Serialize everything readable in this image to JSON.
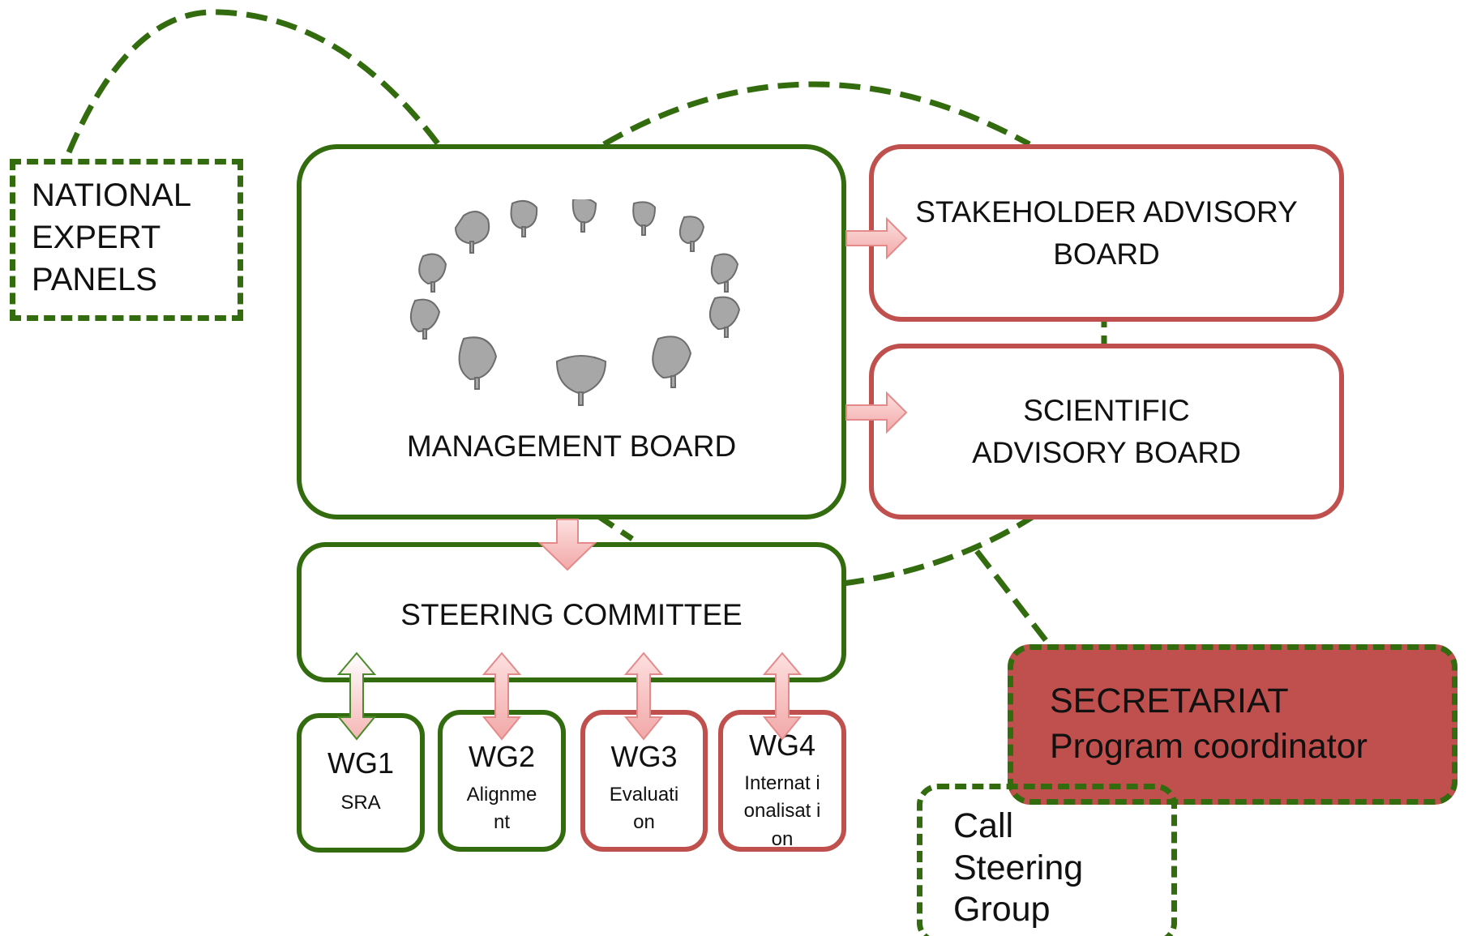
{
  "national_panels": {
    "lines": [
      "NATIONAL",
      "EXPERT",
      "PANELS"
    ]
  },
  "management_board": {
    "label": "MANAGEMENT BOARD",
    "image": "chairs-in-circle-icon"
  },
  "stakeholder_board": {
    "lines": [
      "STAKEHOLDER ADVISORY",
      "BOARD"
    ]
  },
  "scientific_board": {
    "lines": [
      "SCIENTIFIC",
      "ADVISORY BOARD"
    ]
  },
  "steering_committee": {
    "label": "STEERING COMMITTEE"
  },
  "working_groups": [
    {
      "title": "WG1",
      "subtitle": "SRA"
    },
    {
      "title": "WG2",
      "subtitle": "Alignme nt"
    },
    {
      "title": "WG3",
      "subtitle": "Evaluati on"
    },
    {
      "title": "WG4",
      "subtitle": "Internat ionalisat ion"
    }
  ],
  "secretariat": {
    "lines": [
      "SECRETARIAT",
      "Program coordinator"
    ]
  },
  "call_group": {
    "lines": [
      "Call",
      "Steering",
      "Group"
    ]
  },
  "colors": {
    "green": "#336b0f",
    "red": "#c0504d",
    "arrow_fill": "#f8c8c8",
    "arrow_stroke": "#e58a8a"
  }
}
